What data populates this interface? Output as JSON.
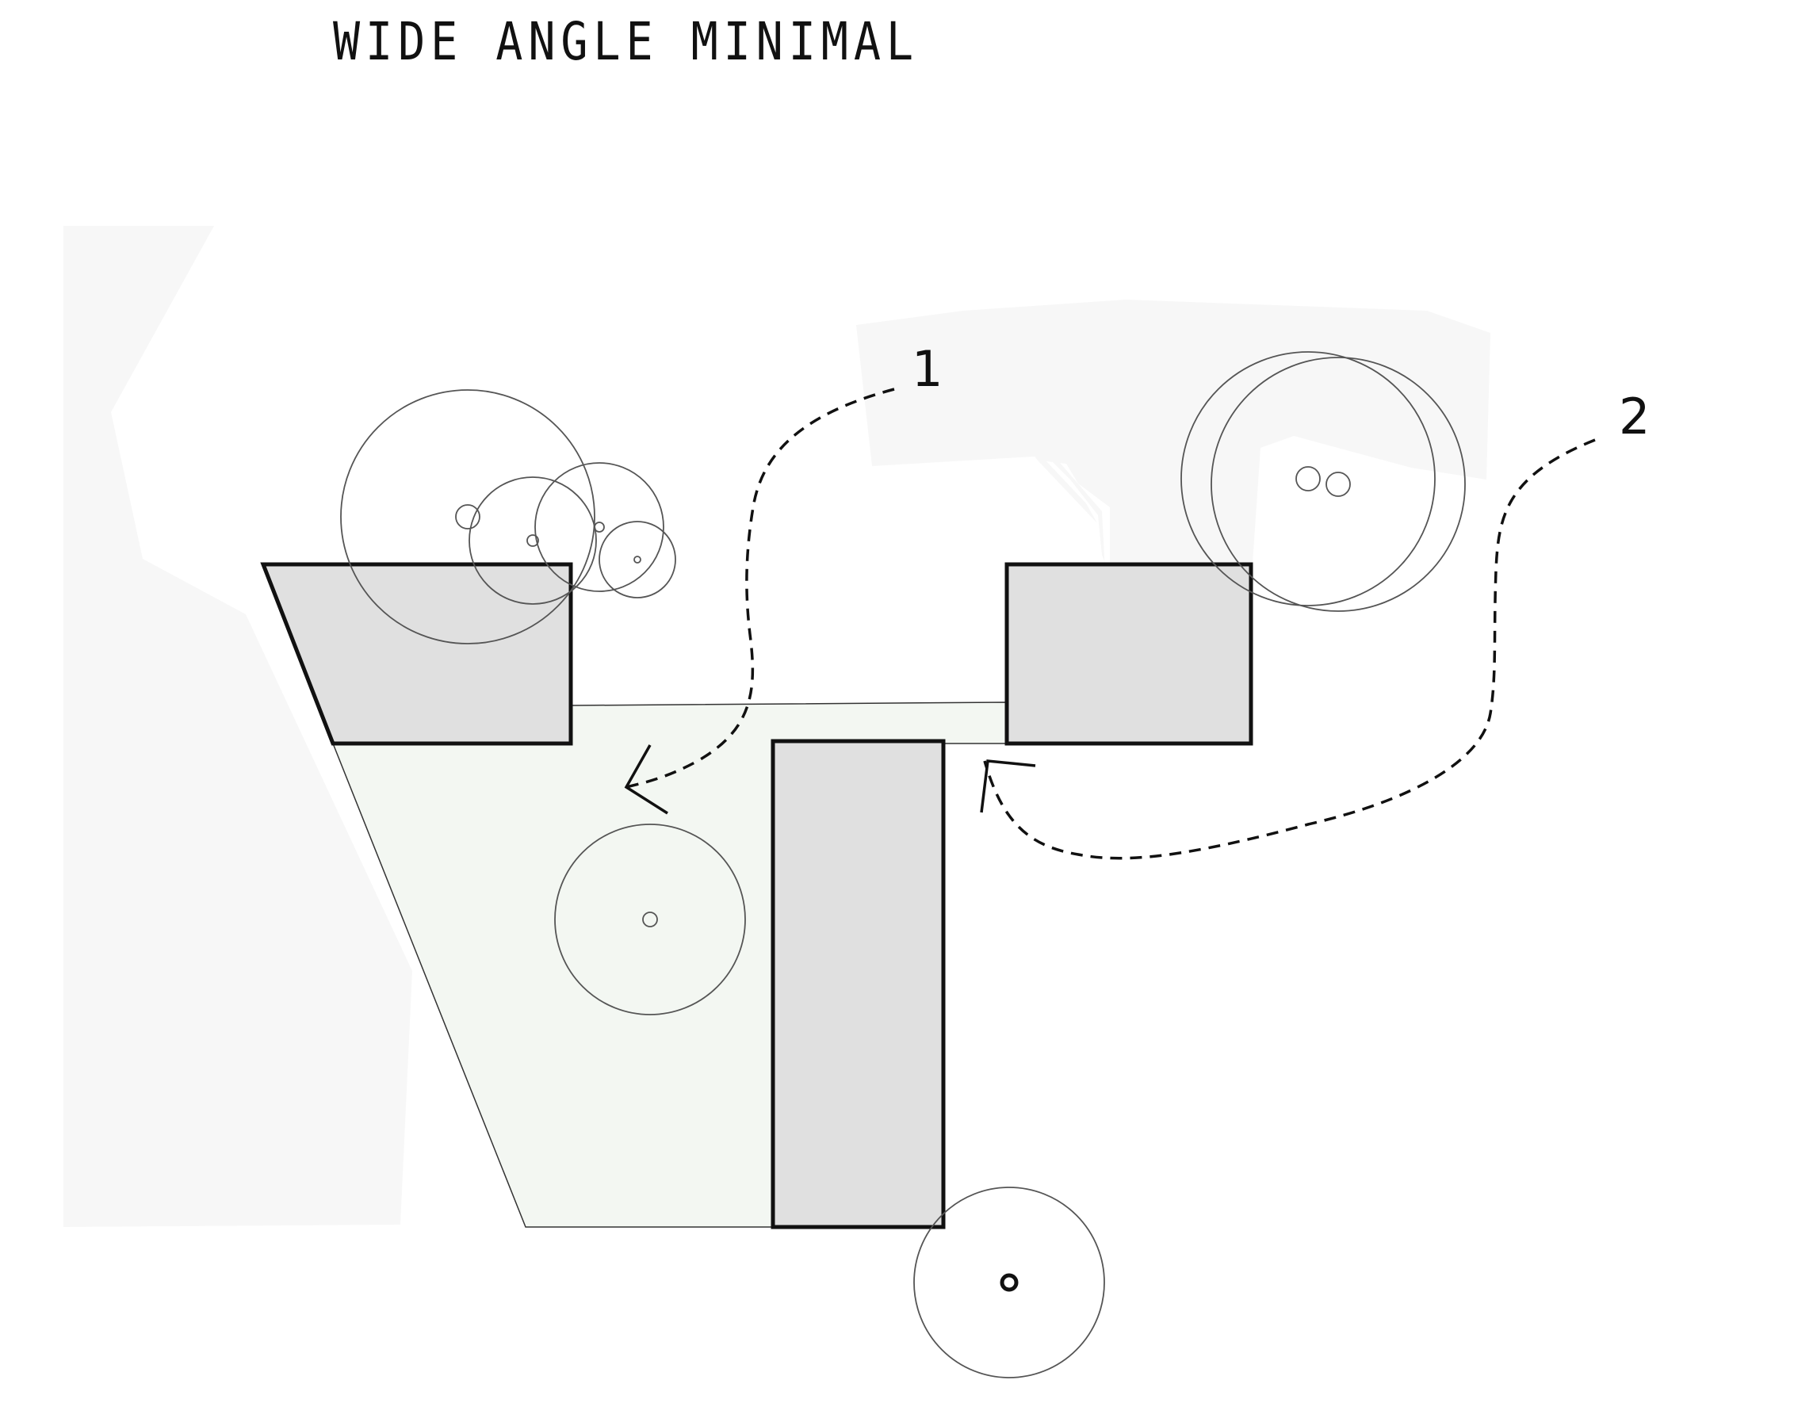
{
  "title": "WIDE ANGLE MINIMAL",
  "routes": [
    {
      "id": "route-1",
      "label": "1"
    },
    {
      "id": "route-2",
      "label": "2"
    }
  ],
  "colors": {
    "background": "#ffffff",
    "ground_patch": "#f7f7f7",
    "courtyard": "#f3f7f2",
    "building_fill": "#e0e0e0",
    "ink": "#111111",
    "tree_outline": "#555555"
  }
}
